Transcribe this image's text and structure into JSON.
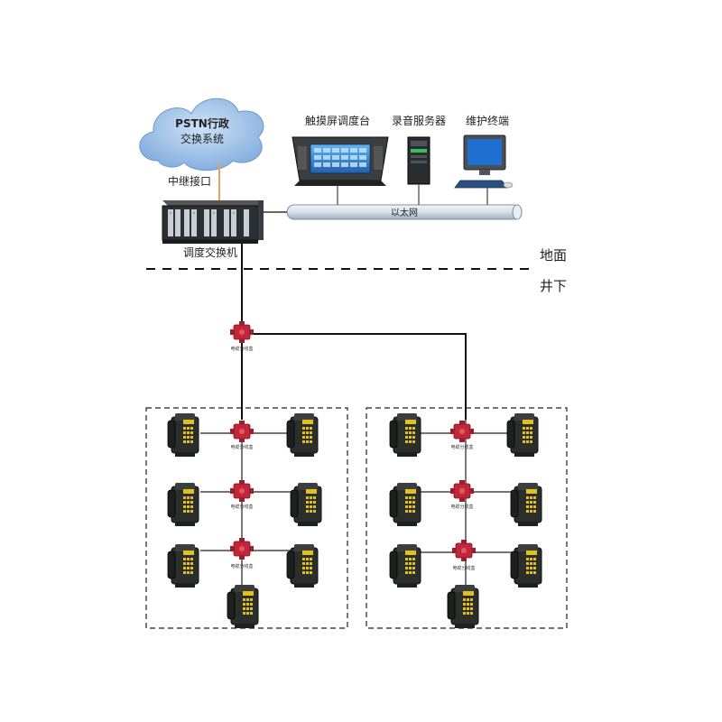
{
  "surface": {
    "cloud_label_line1": "PSTN行政",
    "cloud_label_line2": "交换系统",
    "trunk_label": "中继接口",
    "switch_label": "调度交换机",
    "ethernet_label": "以太网",
    "touch_console_label": "触摸屏调度台",
    "recording_server_label": "录音服务器",
    "maintenance_terminal_label": "维护终端"
  },
  "zones": {
    "ground_label": "地面",
    "underground_label": "井下"
  },
  "junction_box_label": "电缆分线盒",
  "colors": {
    "cloud_fill": "#8fb8e6",
    "trunk_line": "#e8a060",
    "ethernet_fill": "#dce6ee",
    "junction_box": "#c0283a",
    "phone_body": "#2a2f2c",
    "phone_keypad": "#e3c020"
  }
}
